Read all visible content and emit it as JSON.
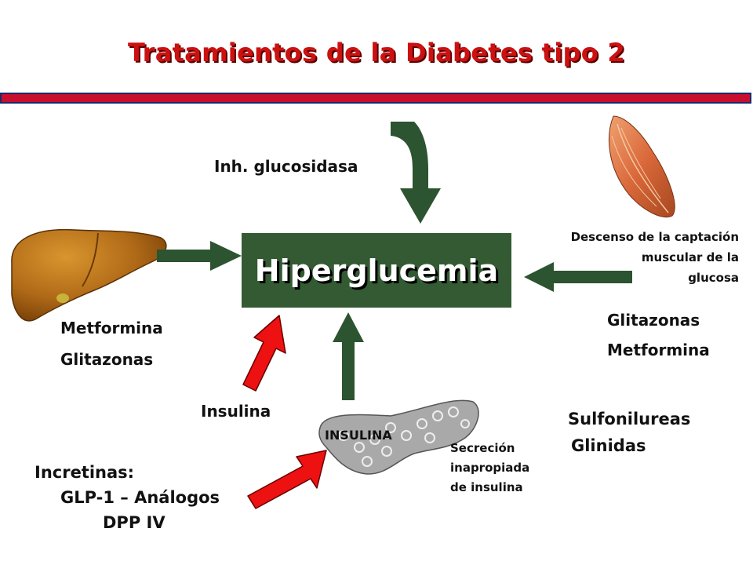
{
  "title": "Tratamientos de la Diabetes tipo 2",
  "center": {
    "label": "Hiperglucemia"
  },
  "labels": {
    "inh_glucosidasa": "Inh. glucosidasa",
    "liver_drug_1": "Metformina",
    "liver_drug_2": "Glitazonas",
    "muscle_desc_1": "Descenso de la captación",
    "muscle_desc_2": "muscular de la",
    "muscle_desc_3": "glucosa",
    "muscle_drug_1": "Glitazonas",
    "muscle_drug_2": "Metformina",
    "insulina": "Insulina",
    "pancreas_label": "INSULINA",
    "secrecion_1": "Secreción",
    "secrecion_2": "inapropiada",
    "secrecion_3": "de insulina",
    "sulfonil": "Sulfonilureas",
    "glinidas": "Glinidas",
    "incretinas": "Incretinas:",
    "glp1": "GLP-1 – Análogos",
    "dpp4": "DPP IV"
  },
  "colors": {
    "title": "#cc1111",
    "rule": "#c8102e",
    "hyper_box": "#335a33",
    "green_arrow": "#2d5430",
    "red_arrow": "#ee1111",
    "liver": "#b8701a",
    "muscle": "#d9783a",
    "pancreas": "#a9a9a9"
  },
  "icons": [
    "liver-icon",
    "muscle-icon",
    "pancreas-icon"
  ]
}
